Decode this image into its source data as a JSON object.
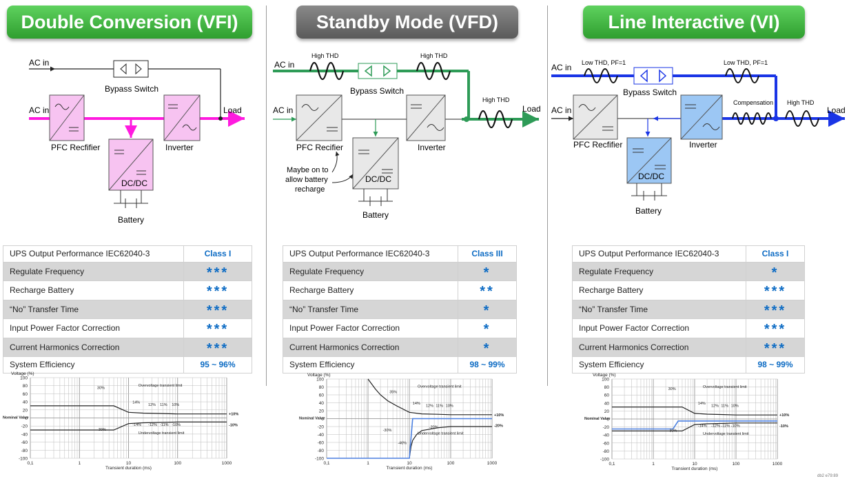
{
  "columns": [
    {
      "title": "Double Conversion (VFI)",
      "title_color": "green",
      "labels": {
        "ac_in_top": "AC in",
        "ac_in": "AC in",
        "bypass": "Bypass Switch",
        "pfc": "PFC Recfifier",
        "inverter": "Inverter",
        "dcdc": "DC/DC",
        "battery": "Battery",
        "load": "Load"
      },
      "table": {
        "header": {
          "label": "UPS Output Performance IEC62040-3",
          "value": "Class I"
        },
        "rows": [
          {
            "label": "Regulate Frequency",
            "value": "***"
          },
          {
            "label": "Recharge Battery",
            "value": "***"
          },
          {
            "label": "“No” Transfer Time",
            "value": "***"
          },
          {
            "label": "Input Power Factor Correction",
            "value": "***"
          },
          {
            "label": "Current Harmonics Correction",
            "value": "***"
          },
          {
            "label": "System Efficiency",
            "value": "95 ~ 96%"
          }
        ]
      }
    },
    {
      "title": "Standby Mode (VFD)",
      "title_color": "gray",
      "labels": {
        "ac_in_top": "AC in",
        "ac_in": "AC in",
        "bypass": "Bypass Switch",
        "pfc": "PFC Recifier",
        "inverter": "Inverter",
        "dcdc": "DC/DC",
        "battery": "Battery",
        "load": "Load",
        "high_thd_1": "High THD",
        "high_thd_2": "High THD",
        "high_thd_3": "High THD",
        "note_1": "Maybe on to",
        "note_2": "allow battery",
        "note_3": "recharge"
      },
      "table": {
        "header": {
          "label": "UPS Output Performance IEC62040-3",
          "value": "Class III"
        },
        "rows": [
          {
            "label": "Regulate Frequency",
            "value": "*"
          },
          {
            "label": "Recharge Battery",
            "value": "**"
          },
          {
            "label": "“No” Transfer Time",
            "value": "*"
          },
          {
            "label": "Input Power Factor Correction",
            "value": "*"
          },
          {
            "label": "Current Harmonics Correction",
            "value": "*"
          },
          {
            "label": "System Efficiency",
            "value": "98 ~ 99%"
          }
        ]
      }
    },
    {
      "title": "Line Interactive (VI)",
      "title_color": "green",
      "labels": {
        "ac_in_top": "AC in",
        "ac_in": "AC in",
        "bypass": "Bypass Switch",
        "pfc": "PFC Recfifier",
        "inverter": "Inverter",
        "dcdc": "DC/DC",
        "battery": "Battery",
        "load": "Load",
        "low_thd_1": "Low THD, PF=1",
        "low_thd_2": "Low THD, PF=1",
        "compensation": "Compensation",
        "high_thd": "High THD"
      },
      "table": {
        "header": {
          "label": "UPS Output Performance IEC62040-3",
          "value": "Class I"
        },
        "rows": [
          {
            "label": "Regulate Frequency",
            "value": "*"
          },
          {
            "label": "Recharge Battery",
            "value": "***"
          },
          {
            "label": "“No” Transfer Time",
            "value": "***"
          },
          {
            "label": "Input Power Factor Correction",
            "value": "***"
          },
          {
            "label": "Current Harmonics Correction",
            "value": "***"
          },
          {
            "label": "System Efficiency",
            "value": "98 ~ 99%"
          }
        ]
      }
    }
  ],
  "chart_data": [
    {
      "type": "line",
      "ylabel": "Voltage (%)",
      "xlabel": "Transient duration (ms)",
      "y_side_label": "Nominal Value",
      "x_ticks": [
        "0,1",
        "1",
        "10",
        "100",
        "1000"
      ],
      "y_ticks": [
        100,
        80,
        60,
        40,
        20,
        0,
        -20,
        -40,
        -60,
        -80,
        -100
      ],
      "xlim": [
        0.1,
        1000
      ],
      "ylim": [
        -100,
        100
      ],
      "x_scale": "log",
      "annotations": {
        "over": "Overvoltage transient limit",
        "under": "Undervoltage transient limit",
        "p30": "30%",
        "m30": "-30%",
        "p14": "14%",
        "p12": "12%",
        "p11": "11%",
        "p10": "10%",
        "m14": "-14%",
        "m12": "-12%",
        "m11": "-11%",
        "m10": "-10%",
        "r_plus": "+10%",
        "r_minus": "-10%"
      },
      "series": [
        {
          "color": "#222222",
          "points": [
            [
              0.1,
              30
            ],
            [
              5,
              30
            ],
            [
              10,
              14
            ],
            [
              20,
              12
            ],
            [
              50,
              11
            ],
            [
              100,
              10
            ],
            [
              1000,
              10
            ]
          ]
        },
        {
          "color": "#222222",
          "points": [
            [
              0.1,
              -30
            ],
            [
              5,
              -30
            ],
            [
              10,
              -14
            ],
            [
              20,
              -12
            ],
            [
              50,
              -11
            ],
            [
              100,
              -10
            ],
            [
              1000,
              -10
            ]
          ]
        }
      ]
    },
    {
      "type": "line",
      "ylabel": "Voltage (%)",
      "xlabel": "Transient duration (ms)",
      "y_side_label": "Nominal Value",
      "x_ticks": [
        "0,1",
        "1",
        "10",
        "100",
        "1000"
      ],
      "y_ticks": [
        100,
        80,
        60,
        40,
        20,
        0,
        -20,
        -40,
        -60,
        -80,
        -100
      ],
      "xlim": [
        0.1,
        1000
      ],
      "ylim": [
        -100,
        100
      ],
      "x_scale": "log",
      "annotations": {
        "over": "Overvoltage transient limit",
        "under": "Undervoltage transient limit",
        "p35": "35%",
        "p14": "14%",
        "p12": "12%",
        "p11": "11%",
        "p10": "10%",
        "m30": "-30%",
        "m20": "-20%",
        "m46": "-46%",
        "r_plus": "+10%",
        "r_minus": "-20%"
      },
      "series": [
        {
          "color": "#222222",
          "points": [
            [
              1,
              100
            ],
            [
              1.5,
              75
            ],
            [
              2,
              60
            ],
            [
              3,
              45
            ],
            [
              5,
              32
            ],
            [
              10,
              16
            ],
            [
              20,
              12
            ],
            [
              50,
              11
            ],
            [
              100,
              10
            ],
            [
              1000,
              10
            ]
          ]
        },
        {
          "color": "#222222",
          "points": [
            [
              10,
              -100
            ],
            [
              11,
              -70
            ],
            [
              12,
              -55
            ],
            [
              15,
              -40
            ],
            [
              20,
              -30
            ],
            [
              50,
              -23
            ],
            [
              100,
              -20
            ],
            [
              1000,
              -20
            ]
          ]
        },
        {
          "color": "#4a7fe0",
          "points": [
            [
              0.1,
              -100
            ],
            [
              10,
              -100
            ],
            [
              12,
              0
            ],
            [
              1000,
              0
            ]
          ]
        }
      ]
    },
    {
      "type": "line",
      "ylabel": "Voltage (%)",
      "xlabel": "Transient duration (ms)",
      "y_side_label": "Nominal Value",
      "x_ticks": [
        "0,1",
        "1",
        "10",
        "100",
        "1000"
      ],
      "y_ticks": [
        100,
        80,
        60,
        40,
        20,
        0,
        -20,
        -40,
        -60,
        -80,
        -100
      ],
      "xlim": [
        0.1,
        1000
      ],
      "ylim": [
        -100,
        100
      ],
      "x_scale": "log",
      "annotations": {
        "over": "Overvoltage transient limit",
        "under": "Undervoltage transient limit",
        "p30": "30%",
        "m30": "-30%",
        "p14": "14%",
        "p12": "12%",
        "p11": "11%",
        "p10": "10%",
        "m14": "-14%",
        "m12": "-12%",
        "m11": "-11%",
        "m10": "-10%",
        "r_plus": "+10%",
        "r_minus": "-10%"
      },
      "series": [
        {
          "color": "#222222",
          "points": [
            [
              0.1,
              30
            ],
            [
              5,
              30
            ],
            [
              10,
              14
            ],
            [
              20,
              12
            ],
            [
              50,
              11
            ],
            [
              100,
              10
            ],
            [
              1000,
              10
            ]
          ]
        },
        {
          "color": "#222222",
          "points": [
            [
              0.1,
              -30
            ],
            [
              5,
              -30
            ],
            [
              10,
              -14
            ],
            [
              20,
              -12
            ],
            [
              50,
              -11
            ],
            [
              100,
              -10
            ],
            [
              1000,
              -10
            ]
          ]
        },
        {
          "color": "#4a7fe0",
          "points": [
            [
              0.1,
              -25
            ],
            [
              3,
              -25
            ],
            [
              4,
              -5
            ],
            [
              1000,
              -5
            ]
          ]
        }
      ]
    }
  ],
  "footnote": "db2  e79:89",
  "colors": {
    "magenta": "#ff1adf",
    "green": "#2e9b57",
    "blue": "#1a35e6",
    "accent": "#0e6cc4",
    "pink_box": "#f7c3f1",
    "gray_box": "#e8e8e8",
    "blue_box": "#9cc7f4"
  }
}
